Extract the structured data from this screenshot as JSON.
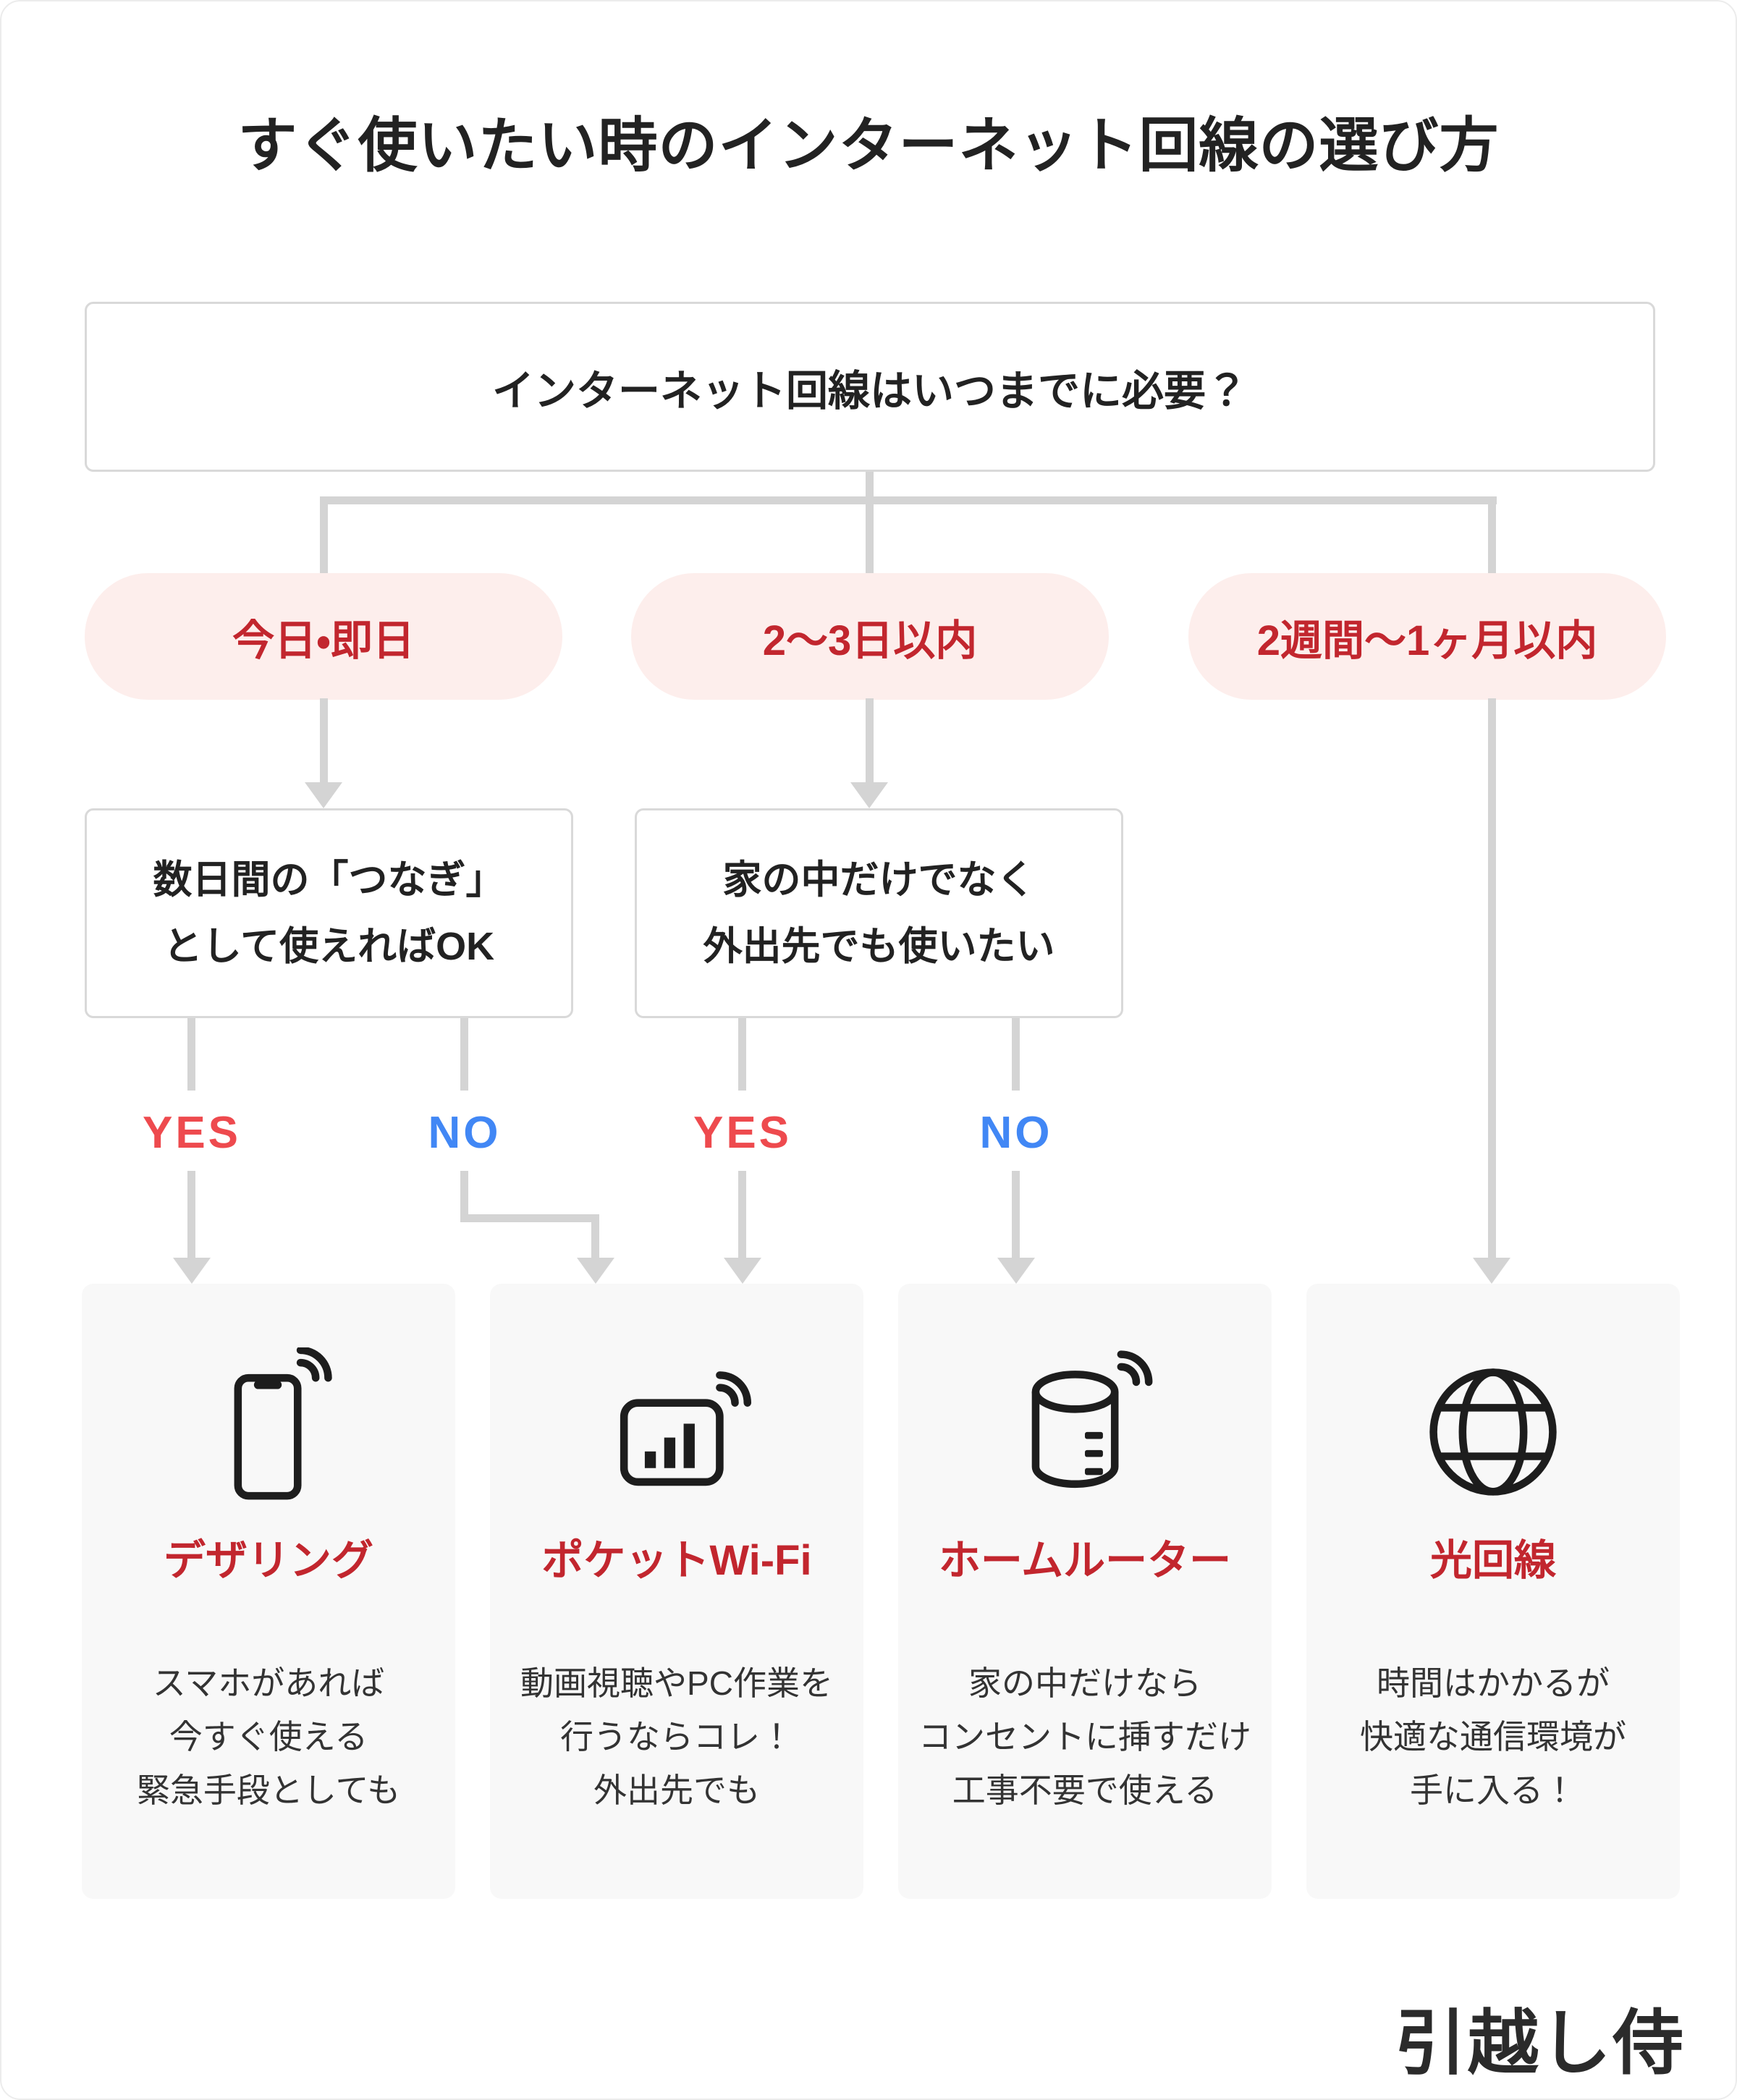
{
  "title": "すぐ使いたい時のインターネット回線の選び方",
  "question": "インターネット回線はいつまでに必要？",
  "options": [
    {
      "label": "今日・即日"
    },
    {
      "label": "2〜3日以内"
    },
    {
      "label": "2週間〜1ヶ月以内"
    }
  ],
  "decisions": [
    {
      "line1": "数日間の「つなぎ」",
      "line2": "として使えればOK",
      "yes_label": "YES",
      "no_label": "NO"
    },
    {
      "line1": "家の中だけでなく",
      "line2": "外出先でも使いたい",
      "yes_label": "YES",
      "no_label": "NO"
    }
  ],
  "results": [
    {
      "icon": "smartphone-tethering-icon",
      "title": "デザリング",
      "desc": [
        "スマホがあれば",
        "今すぐ使える",
        "緊急手段としても"
      ]
    },
    {
      "icon": "pocket-wifi-icon",
      "title": "ポケットWi-Fi",
      "desc": [
        "動画視聴やPC作業を",
        "行うならコレ！",
        "外出先でも"
      ]
    },
    {
      "icon": "home-router-icon",
      "title": "ホームルーター",
      "desc": [
        "家の中だけなら",
        "コンセントに挿すだけ",
        "工事不要で使える"
      ]
    },
    {
      "icon": "globe-icon",
      "title": "光回線",
      "desc": [
        "時間はかかるが",
        "快適な通信環境が",
        "手に入る！"
      ]
    }
  ],
  "logo": "引越し侍",
  "colors": {
    "accent_red": "#c2262e",
    "yes_red": "#ee4a4e",
    "no_blue": "#4187f5",
    "pill_bg": "#fdeeec",
    "card_bg": "#f8f8f8",
    "line_gray": "#d4d4d4",
    "border_gray": "#d9d9d9",
    "text_dark": "#222222",
    "text_body": "#333333"
  }
}
